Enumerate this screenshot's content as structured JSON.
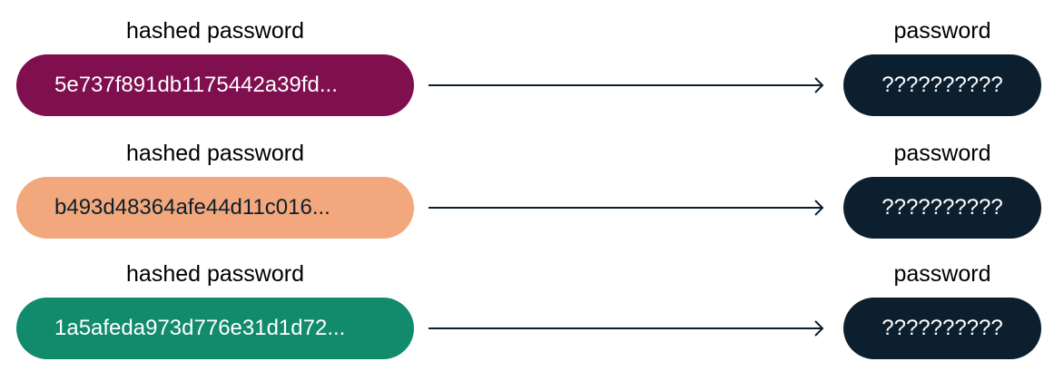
{
  "rows": [
    {
      "hash_label": "hashed password",
      "hash_value": "5e737f891db1175442a39fd...",
      "hash_bg": "#7f0f4f",
      "hash_fg": "#ffffff",
      "password_label": "password",
      "password_value": "??????????"
    },
    {
      "hash_label": "hashed password",
      "hash_value": "b493d48364afe44d11c016...",
      "hash_bg": "#f3a77c",
      "hash_fg": "#0c1f2e",
      "password_label": "password",
      "password_value": "??????????"
    },
    {
      "hash_label": "hashed password",
      "hash_value": "1a5afeda973d776e31d1d72...",
      "hash_bg": "#128a6c",
      "hash_fg": "#ffffff",
      "password_label": "password",
      "password_value": "??????????"
    }
  ],
  "colors": {
    "password_bg": "#0c1f2e",
    "arrow": "#0c1f2e"
  }
}
